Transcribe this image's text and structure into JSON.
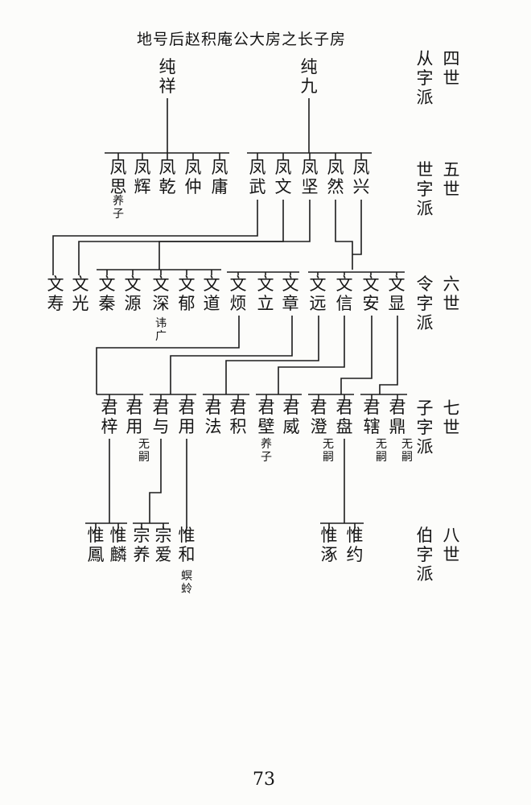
{
  "title": "地号后赵积庵公大房之长子房",
  "page_number": "73",
  "generations": [
    {
      "label": "四世",
      "sub": "从字派"
    },
    {
      "label": "五世",
      "sub": "世字派"
    },
    {
      "label": "六世",
      "sub": "令字派"
    },
    {
      "label": "七世",
      "sub": "子字派"
    },
    {
      "label": "八世",
      "sub": "伯字派"
    }
  ],
  "gen4": [
    {
      "name": "纯祥"
    },
    {
      "name": "纯九"
    }
  ],
  "gen5": [
    {
      "name": "凤思",
      "note": "养子"
    },
    {
      "name": "凤辉"
    },
    {
      "name": "凤乾"
    },
    {
      "name": "凤仲"
    },
    {
      "name": "凤庸"
    },
    {
      "name": "凤武"
    },
    {
      "name": "凤文"
    },
    {
      "name": "凤坚"
    },
    {
      "name": "凤然"
    },
    {
      "name": "凤兴"
    }
  ],
  "gen6": [
    {
      "name": "文寿"
    },
    {
      "name": "文光"
    },
    {
      "name": "文秦"
    },
    {
      "name": "文源"
    },
    {
      "name": "文深",
      "note": "讳广"
    },
    {
      "name": "文郁"
    },
    {
      "name": "文道"
    },
    {
      "name": "文烦"
    },
    {
      "name": "文立"
    },
    {
      "name": "文章"
    },
    {
      "name": "文远"
    },
    {
      "name": "文信"
    },
    {
      "name": "文安"
    },
    {
      "name": "文显"
    }
  ],
  "gen7": [
    {
      "name": "君梓"
    },
    {
      "name": "君用",
      "note": "无嗣"
    },
    {
      "name": "君与"
    },
    {
      "name": "君用"
    },
    {
      "name": "君法"
    },
    {
      "name": "君积"
    },
    {
      "name": "君壁",
      "note": "养子"
    },
    {
      "name": "君威"
    },
    {
      "name": "君澄",
      "note": "无嗣"
    },
    {
      "name": "君盘"
    },
    {
      "name": "君辖",
      "note": "无嗣"
    },
    {
      "name": "君鼎",
      "note": "无嗣"
    }
  ],
  "gen8": [
    {
      "name": "惟鳳"
    },
    {
      "name": "惟麟"
    },
    {
      "name": "宗养"
    },
    {
      "name": "宗爱"
    },
    {
      "name": "惟和",
      "note": "螟蛉"
    },
    {
      "name": "惟涿"
    },
    {
      "name": "惟约"
    }
  ]
}
